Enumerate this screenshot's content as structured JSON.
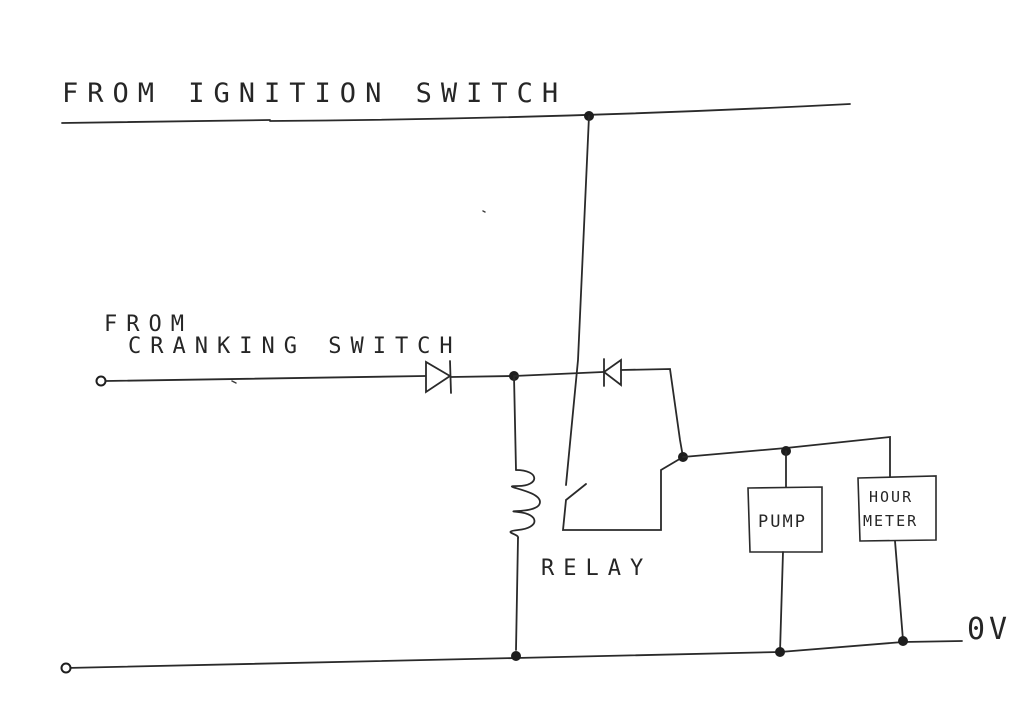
{
  "labels": {
    "ignition": "FROM IGNITION SWITCH",
    "cranking_line1": "FROM",
    "cranking_line2": "CRANKING SWITCH",
    "relay": "RELAY",
    "pump": "PUMP",
    "hour_meter_line1": "HOUR",
    "hour_meter_line2": "METER",
    "ground": "0V"
  },
  "colors": {
    "ink": "#2a2a2a",
    "paper": "#ffffff"
  },
  "icons": {
    "diode": "diode-icon",
    "relay_coil": "coil-icon",
    "relay_contact": "switch-contact-icon",
    "junction": "junction-dot-icon",
    "terminal": "terminal-icon"
  }
}
